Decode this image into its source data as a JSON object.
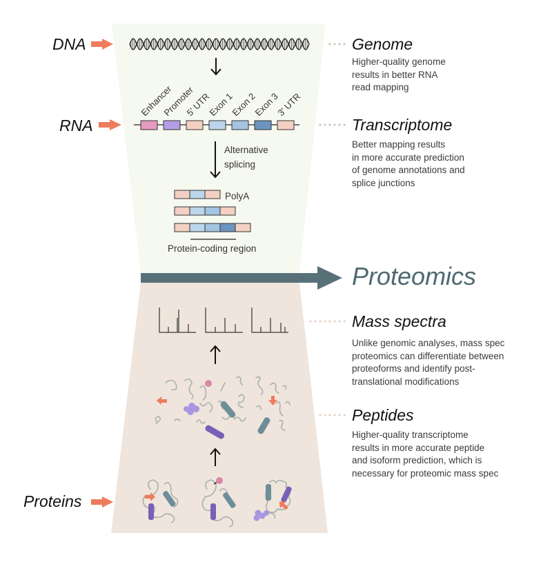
{
  "left_labels": {
    "dna": "DNA",
    "rna": "RNA",
    "proteins": "Proteins"
  },
  "gene_segments": [
    {
      "label": "Enhancer",
      "color": "#e49bbd"
    },
    {
      "label": "Promoter",
      "color": "#b49de4"
    },
    {
      "label": "5' UTR",
      "color": "#f3d0c3"
    },
    {
      "label": "Exon 1",
      "color": "#bcd5ea"
    },
    {
      "label": "Exon 2",
      "color": "#a3c3e1"
    },
    {
      "label": "Exon 3",
      "color": "#6b94bf"
    },
    {
      "label": "3' UTR",
      "color": "#f3d0c3"
    }
  ],
  "splicing": {
    "label_line1": "Alternative",
    "label_line2": "splicing",
    "polyA_label": "PolyA",
    "coding_region_label": "Protein-coding region",
    "isoforms": [
      [
        "#f3d0c3",
        "#bcd5ea",
        "#f3d0c3"
      ],
      [
        "#f3d0c3",
        "#bcd5ea",
        "#a3c3e1",
        "#f3d0c3"
      ],
      [
        "#f3d0c3",
        "#bcd5ea",
        "#a3c3e1",
        "#6b94bf",
        "#f3d0c3"
      ]
    ]
  },
  "proteomics_label": "Proteomics",
  "sections": {
    "genome": {
      "title": "Genome",
      "desc": [
        "Higher-quality genome",
        "results in better RNA",
        "read mapping"
      ]
    },
    "transcriptome": {
      "title": "Transcriptome",
      "desc": [
        "Better mapping results",
        "in more accurate prediction",
        "of genome annotations and",
        "splice junctions"
      ]
    },
    "mass_spectra": {
      "title": "Mass spectra",
      "desc": [
        "Unlike genomic analyses, mass spec",
        "proteomics can differentiate between",
        "proteoforms and identify post-",
        "translational modifications"
      ]
    },
    "peptides": {
      "title": "Peptides",
      "desc": [
        "Higher-quality transcriptome",
        "results in more accurate peptide",
        "and isoform prediction, which is",
        "necessary for proteomic mass spec"
      ]
    }
  },
  "colors": {
    "top_panel": "#f6f9ef",
    "bottom_panel": "#efe5dc",
    "accent_arrow": "#ee7b5c",
    "proteomics_arrow": "#587178",
    "dots_green": "#b9c7b3",
    "dots_tan": "#e6cfc0"
  }
}
